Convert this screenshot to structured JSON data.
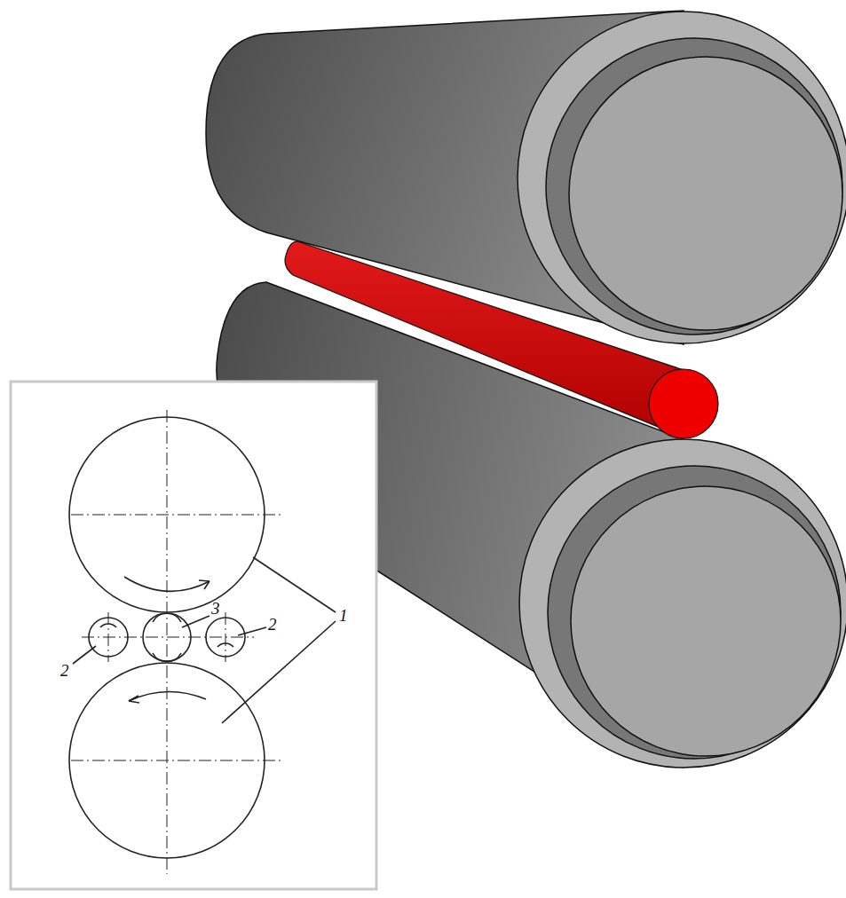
{
  "diagram": {
    "labels": [
      "3",
      "2",
      "1",
      "2"
    ]
  }
}
